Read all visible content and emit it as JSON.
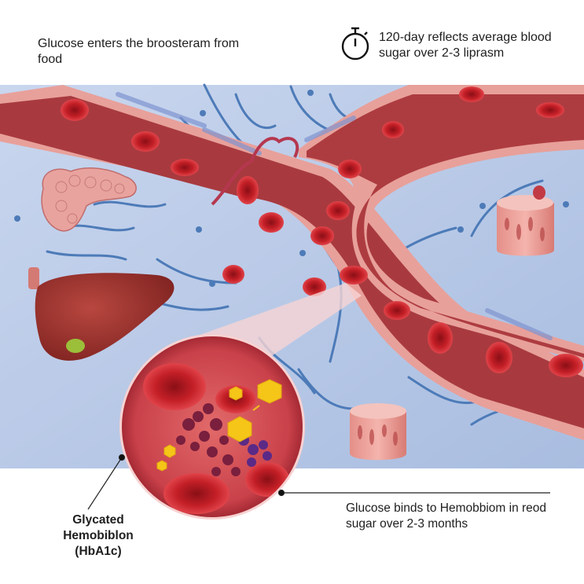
{
  "labels": {
    "top_left": "Glucose enters the broosteram from food",
    "top_right": "120-day reflects average blood sugar over 2-3 liprasm",
    "bottom_left_line1": "Glycated",
    "bottom_left_line2": "Hemobiblon",
    "bottom_left_line3": "(HbA1c)",
    "bottom_right": "Glucose binds to Hemobbiom in reod sugar over 2-3 months"
  },
  "icons": {
    "timer": "stopwatch-icon",
    "pancreas": "pancreas-illustration",
    "liver": "liver-illustration",
    "tissue": "muscle-tissue-illustration",
    "magnifier": "magnified-vessel-view"
  },
  "colors": {
    "background_panel": "#b8c8e6",
    "vessel_wall": "#c25a55",
    "vessel_inner": "#8e2a2c",
    "red_cell": "#c42026",
    "capillary": "#4d7bb8",
    "glucose": "#f5c518",
    "hemoglobin": "#7a1f3d",
    "glycated": "#5b2a86"
  }
}
